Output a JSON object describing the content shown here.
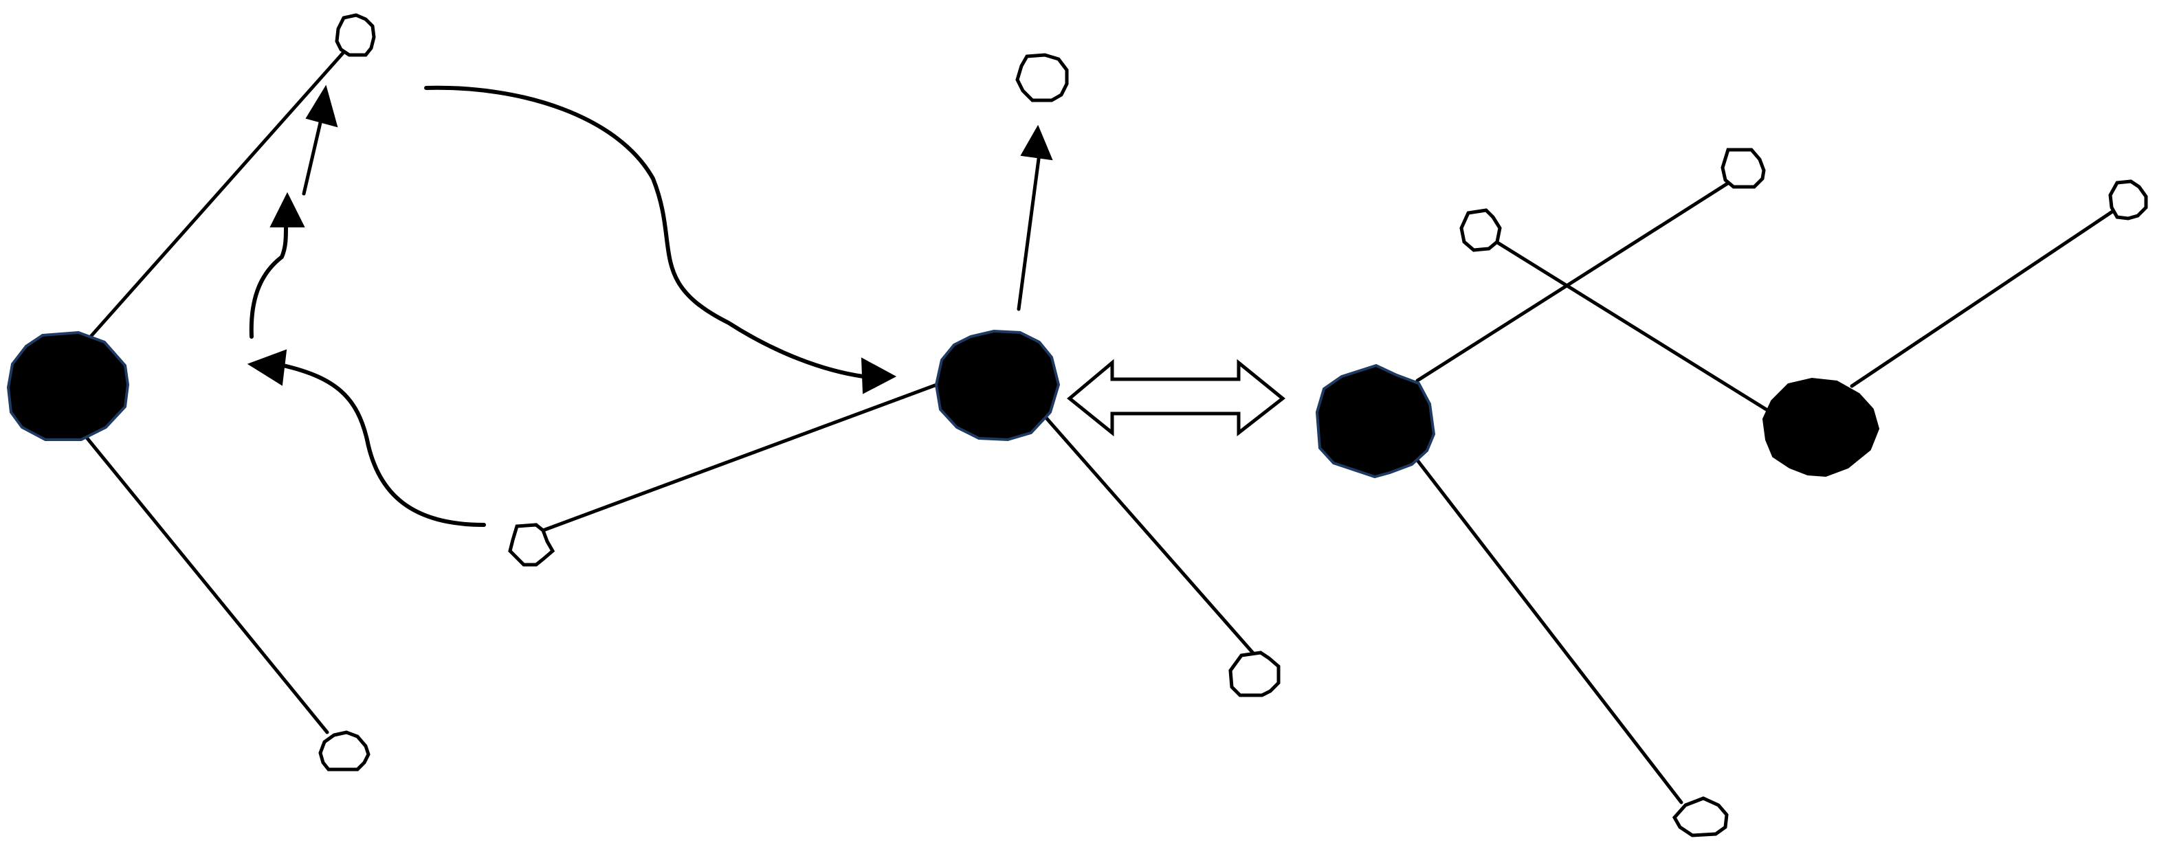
{
  "diagram": {
    "description_text": "",
    "colors": {
      "line": "#000000",
      "filled_node": "#000000",
      "filled_node_outline": "#1f3b63",
      "open_node_fill": "#ffffff",
      "background": "#ffffff"
    },
    "icons": {
      "filled_node": "filled-circle-icon",
      "open_node": "open-circle-icon",
      "curved_arrow": "curved-arrow-icon",
      "straight_arrow": "straight-arrow-icon",
      "equilibrium_arrow": "double-headed-hollow-arrow-icon"
    },
    "panels": [
      {
        "id": "left",
        "filled_nodes": 1,
        "open_nodes": 2
      },
      {
        "id": "middle",
        "filled_nodes": 1,
        "open_nodes": 3
      },
      {
        "id": "right",
        "filled_nodes": 2,
        "open_nodes": 4
      }
    ],
    "connector": "equilibrium"
  }
}
